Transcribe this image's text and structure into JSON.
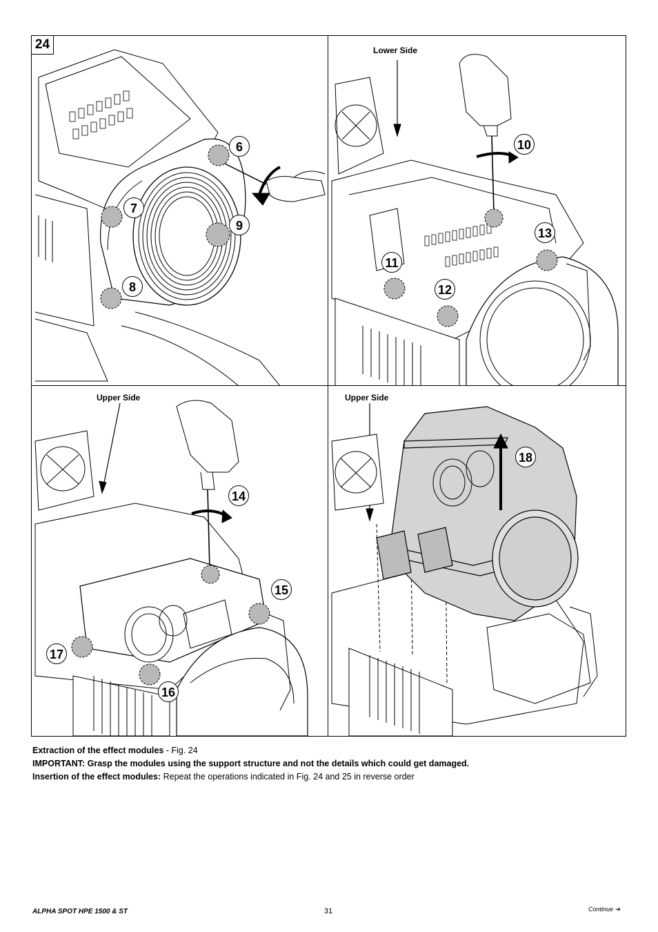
{
  "figure": {
    "number": "24",
    "panels": {
      "top_left": {
        "callouts": [
          "6",
          "7",
          "8",
          "9"
        ]
      },
      "top_right": {
        "side_label": "Lower Side",
        "callouts": [
          "10",
          "11",
          "12",
          "13"
        ]
      },
      "bottom_left": {
        "side_label": "Upper Side",
        "callouts": [
          "14",
          "15",
          "16",
          "17"
        ]
      },
      "bottom_right": {
        "side_label": "Upper Side",
        "callouts": [
          "18"
        ]
      }
    }
  },
  "caption": {
    "line1_bold": "Extraction of the effect modules",
    "line1_rest": " - Fig. 24",
    "line2_bold": "IMPORTANT: Grasp the modules using the support structure and not the details which could get damaged.",
    "line3_bold": "Insertion of the effect modules:",
    "line3_rest": " Repeat the operations indicated in Fig. 24 and 25 in reverse order"
  },
  "footer": {
    "product": "ALPHA SPOT HPE 1500 & ST",
    "page": "31",
    "continue": "Continue ➔"
  },
  "colors": {
    "highlight": "#b8b8b8",
    "line": "#000000",
    "module_fill": "#d4d4d4"
  }
}
